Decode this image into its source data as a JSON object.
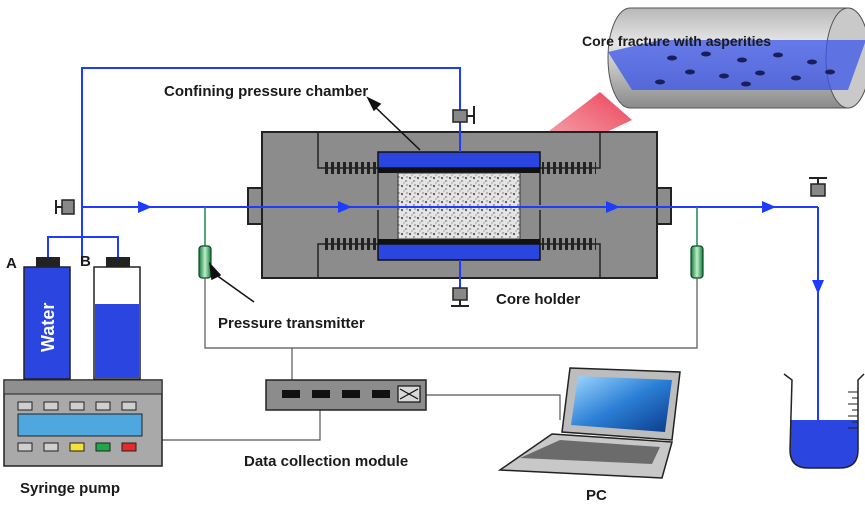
{
  "labels": {
    "core_fracture": "Core fracture with asperities",
    "confining_chamber": "Confining pressure chamber",
    "core_holder": "Core holder",
    "pressure_transmitter": "Pressure transmitter",
    "data_collection_module": "Data collection module",
    "syringe_pump": "Syringe pump",
    "pc": "PC",
    "cylinder_a": "A",
    "cylinder_b": "B",
    "water": "Water"
  },
  "colors": {
    "flow_line": "#1e3cff",
    "water": "#2b45e0",
    "holder_body": "#8c8c8c",
    "cable": "#555555",
    "laser_cone": "#e8203a"
  }
}
